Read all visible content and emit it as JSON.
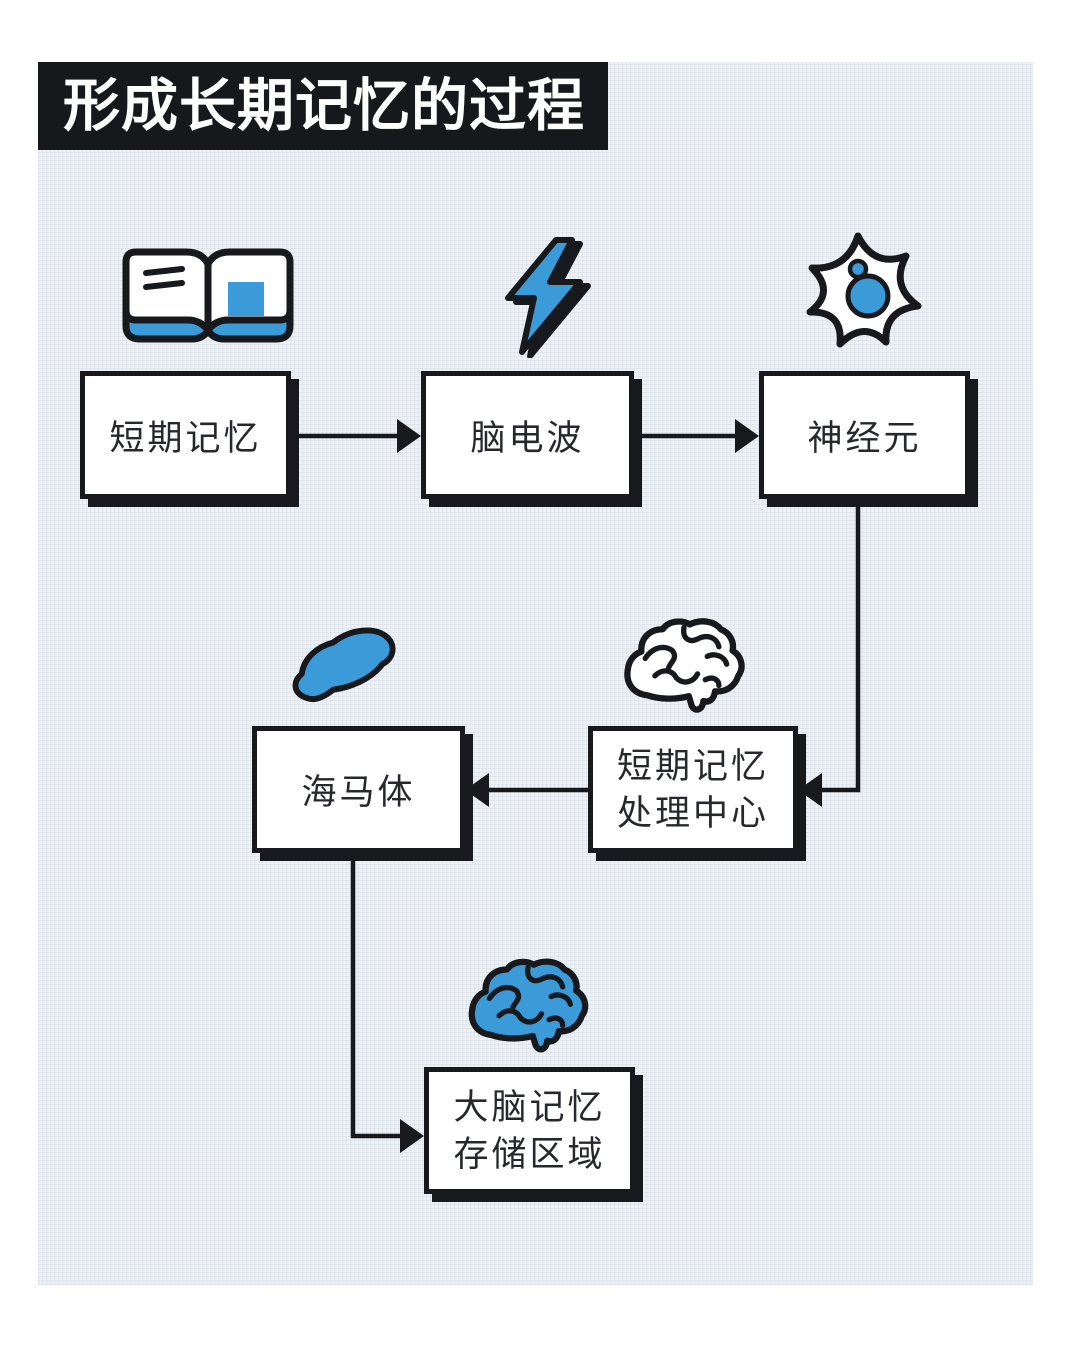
{
  "title": {
    "text": "形成长期记忆的过程"
  },
  "colors": {
    "background": "#ffffff",
    "panel_bg": "#edf1f5",
    "ink": "#17191c",
    "accent_blue": "#3b9ad8",
    "box_fill": "#ffffff",
    "title_bg": "#17181c",
    "title_text": "#ffffff",
    "label_text": "#26282c"
  },
  "nodes": [
    {
      "id": "short-term-memory",
      "label": "短期记忆",
      "icon": "open-book-icon"
    },
    {
      "id": "brain-waves",
      "label": "脑电波",
      "icon": "lightning-bolt-icon"
    },
    {
      "id": "neuron",
      "label": "神经元",
      "icon": "neuron-cell-icon"
    },
    {
      "id": "stm-processing-center",
      "lines": [
        "短期记忆",
        "处理中心"
      ],
      "icon": "brain-outline-icon"
    },
    {
      "id": "hippocampus",
      "label": "海马体",
      "icon": "hippocampus-icon"
    },
    {
      "id": "brain-memory-storage",
      "lines": [
        "大脑记忆",
        "存储区域"
      ],
      "icon": "brain-blue-icon"
    }
  ],
  "edges": [
    {
      "from": "short-term-memory",
      "to": "brain-waves",
      "direction": "right"
    },
    {
      "from": "brain-waves",
      "to": "neuron",
      "direction": "right"
    },
    {
      "from": "neuron",
      "to": "stm-processing-center",
      "direction": "down-then-left"
    },
    {
      "from": "stm-processing-center",
      "to": "hippocampus",
      "direction": "left"
    },
    {
      "from": "hippocampus",
      "to": "brain-memory-storage",
      "direction": "down-then-right"
    }
  ]
}
